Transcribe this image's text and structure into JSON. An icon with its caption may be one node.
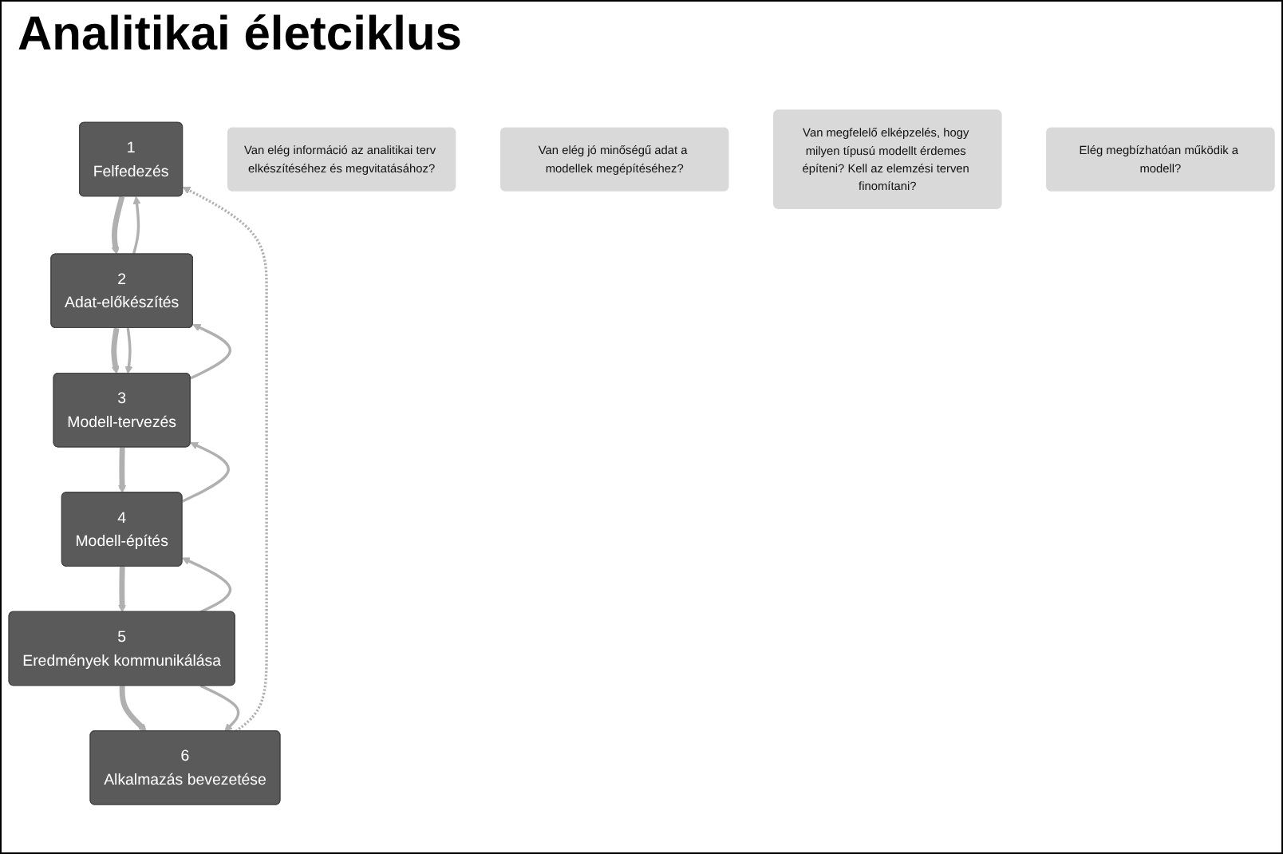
{
  "diagram": {
    "title": "Analitikai életciklus",
    "nodes": [
      {
        "text": [
          "1",
          "Felfedezés"
        ]
      },
      {
        "text": [
          "2",
          "Adat-előkészítés"
        ]
      },
      {
        "text": [
          "3",
          "Modell-tervezés"
        ]
      },
      {
        "text": [
          "4",
          "Modell-építés"
        ]
      },
      {
        "text": [
          "5",
          "Eredmények kommunikálása"
        ]
      },
      {
        "text": [
          "6",
          "Alkalmazás bevezetése"
        ]
      },
      {
        "text": [
          "Van elég információ az analitikai terv elkészítéséhez és megvitatásához?"
        ]
      },
      {
        "text": [
          "Van elég jó minőségű adat a modellek megépítéséhez?"
        ]
      },
      {
        "text": [
          "Van megfelelő elképzelés, hogy milyen típusú modellt érdemes építeni? Kell az elemzési terven finomítani?"
        ]
      },
      {
        "text": [
          "Elég megbízhatóan működik a modell?"
        ]
      }
    ],
    "edges": [
      {
        "from": 0,
        "to": 1,
        "arrow": "to",
        "style": "thick"
      },
      {
        "from": 1,
        "to": 2,
        "arrow": "to",
        "style": "thick"
      },
      {
        "from": 2,
        "to": 3,
        "arrow": "to",
        "style": "thick"
      },
      {
        "from": 3,
        "to": 4,
        "arrow": "to",
        "style": "thick"
      },
      {
        "from": 4,
        "to": 5,
        "arrow": "to",
        "style": "thick"
      },
      {
        "from": 5,
        "to": 0,
        "arrow": "to",
        "style": "dashed"
      },
      {
        "from": 1,
        "to": 0,
        "arrow": "to"
      },
      {
        "from": 1,
        "to": 2,
        "arrow": "to"
      },
      {
        "from": 2,
        "to": 1,
        "arrow": "to"
      },
      {
        "from": 3,
        "to": 2,
        "arrow": "to"
      },
      {
        "from": 4,
        "to": 3,
        "arrow": "to"
      },
      {
        "from": 4,
        "to": 5,
        "arrow": "to"
      }
    ]
  }
}
